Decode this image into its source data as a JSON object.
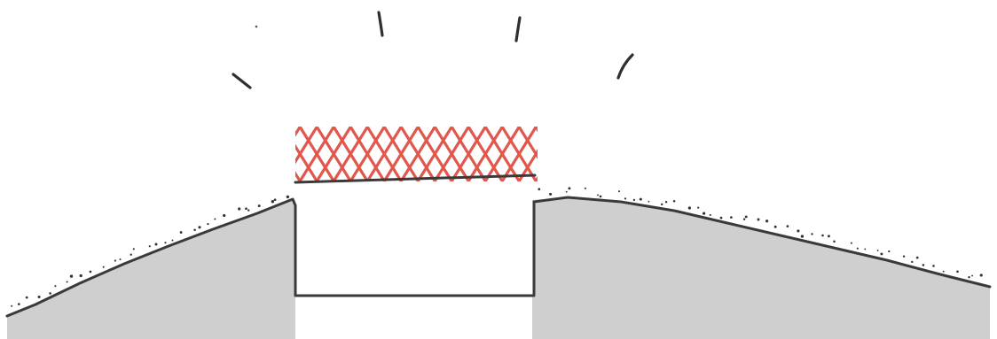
{
  "palette": {
    "paper": "#ffffff",
    "ground_fill": "#cfcfd0",
    "ink": "#3a3a3a",
    "hatch": "#e2574c"
  },
  "icons": {
    "hatch": "red-crosshatch-plate",
    "rays": "radiating-lines",
    "pit": "rectangular-pit"
  }
}
